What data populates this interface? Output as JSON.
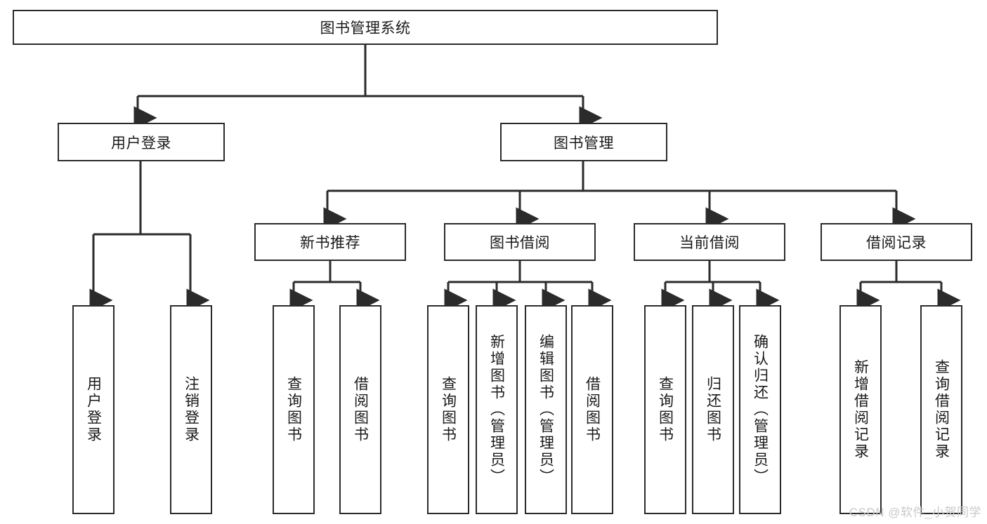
{
  "diagram": {
    "title": "图书管理系统",
    "type": "tree",
    "orientation": "top-down",
    "colors": {
      "stroke": "#2b2b2b",
      "fill": "#ffffff",
      "text": "#1a1a1a",
      "watermark": "#c9c9c9"
    },
    "levels": {
      "root": {
        "label": "图书管理系统"
      },
      "level1": [
        {
          "id": "user-login",
          "label": "用户登录"
        },
        {
          "id": "book-management",
          "label": "图书管理"
        }
      ],
      "level2": [
        {
          "id": "new-book-recommend",
          "label": "新书推荐",
          "parent": "book-management"
        },
        {
          "id": "book-borrow",
          "label": "图书借阅",
          "parent": "book-management"
        },
        {
          "id": "current-borrow",
          "label": "当前借阅",
          "parent": "book-management"
        },
        {
          "id": "borrow-record",
          "label": "借阅记录",
          "parent": "book-management"
        }
      ],
      "leaves": [
        {
          "id": "leaf-user-login",
          "label": "用户登录",
          "parent": "user-login"
        },
        {
          "id": "leaf-logout-login",
          "label": "注销登录",
          "parent": "user-login"
        },
        {
          "id": "leaf-query-book-1",
          "label": "查询图书",
          "parent": "new-book-recommend"
        },
        {
          "id": "leaf-borrow-book-1",
          "label": "借阅图书",
          "parent": "new-book-recommend"
        },
        {
          "id": "leaf-query-book-2",
          "label": "查询图书",
          "parent": "book-borrow"
        },
        {
          "id": "leaf-add-book",
          "label": "新增图书（管理员）",
          "parent": "book-borrow"
        },
        {
          "id": "leaf-edit-book",
          "label": "编辑图书（管理员）",
          "parent": "book-borrow"
        },
        {
          "id": "leaf-borrow-book-2",
          "label": "借阅图书",
          "parent": "book-borrow"
        },
        {
          "id": "leaf-query-book-3",
          "label": "查询图书",
          "parent": "current-borrow"
        },
        {
          "id": "leaf-return-book",
          "label": "归还图书",
          "parent": "current-borrow"
        },
        {
          "id": "leaf-confirm-return",
          "label": "确认归还（管理员）",
          "parent": "current-borrow"
        },
        {
          "id": "leaf-add-record",
          "label": "新增借阅记录",
          "parent": "borrow-record"
        },
        {
          "id": "leaf-query-record",
          "label": "查询借阅记录",
          "parent": "borrow-record"
        }
      ]
    }
  },
  "watermark": {
    "text": "CSDN @软件_小贺同学"
  }
}
